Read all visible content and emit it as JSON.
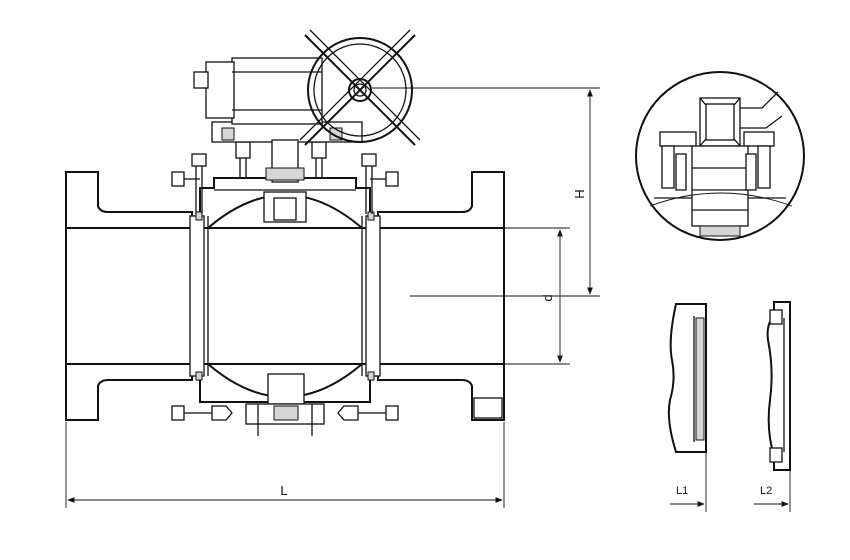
{
  "drawing": {
    "dimensions": {
      "length": "L",
      "height": "H",
      "bore": "d",
      "l1": "L1",
      "l2": "L2"
    },
    "colors": {
      "line": "#111111",
      "background": "#ffffff",
      "shade": "#d6d6d6"
    }
  }
}
